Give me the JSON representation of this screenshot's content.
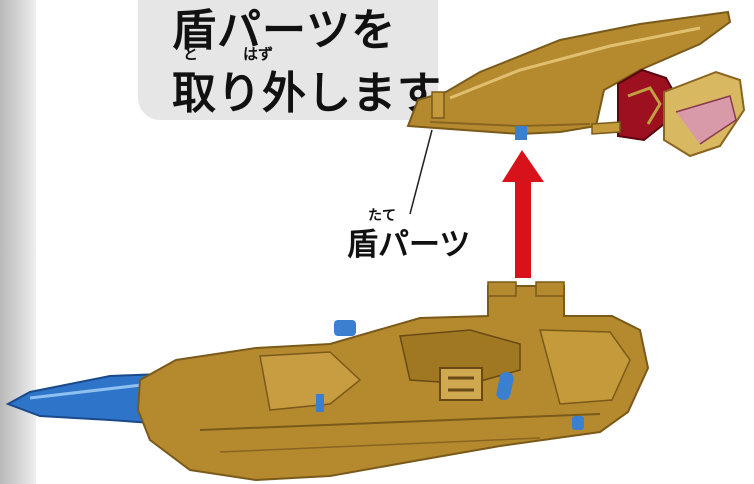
{
  "instruction": {
    "line1": "盾パーツを",
    "line2": "取り外します。",
    "ruby_to": "と",
    "ruby_hazu": "はず"
  },
  "callout_label": {
    "ruby": "たて",
    "text": "盾パーツ"
  },
  "colors": {
    "gold": "#b58a2e",
    "blue": "#2e74c8",
    "red_arrow": "#d8121a",
    "callout_bg": "#e6e6e6"
  },
  "icons": [
    "up-arrow-icon"
  ]
}
